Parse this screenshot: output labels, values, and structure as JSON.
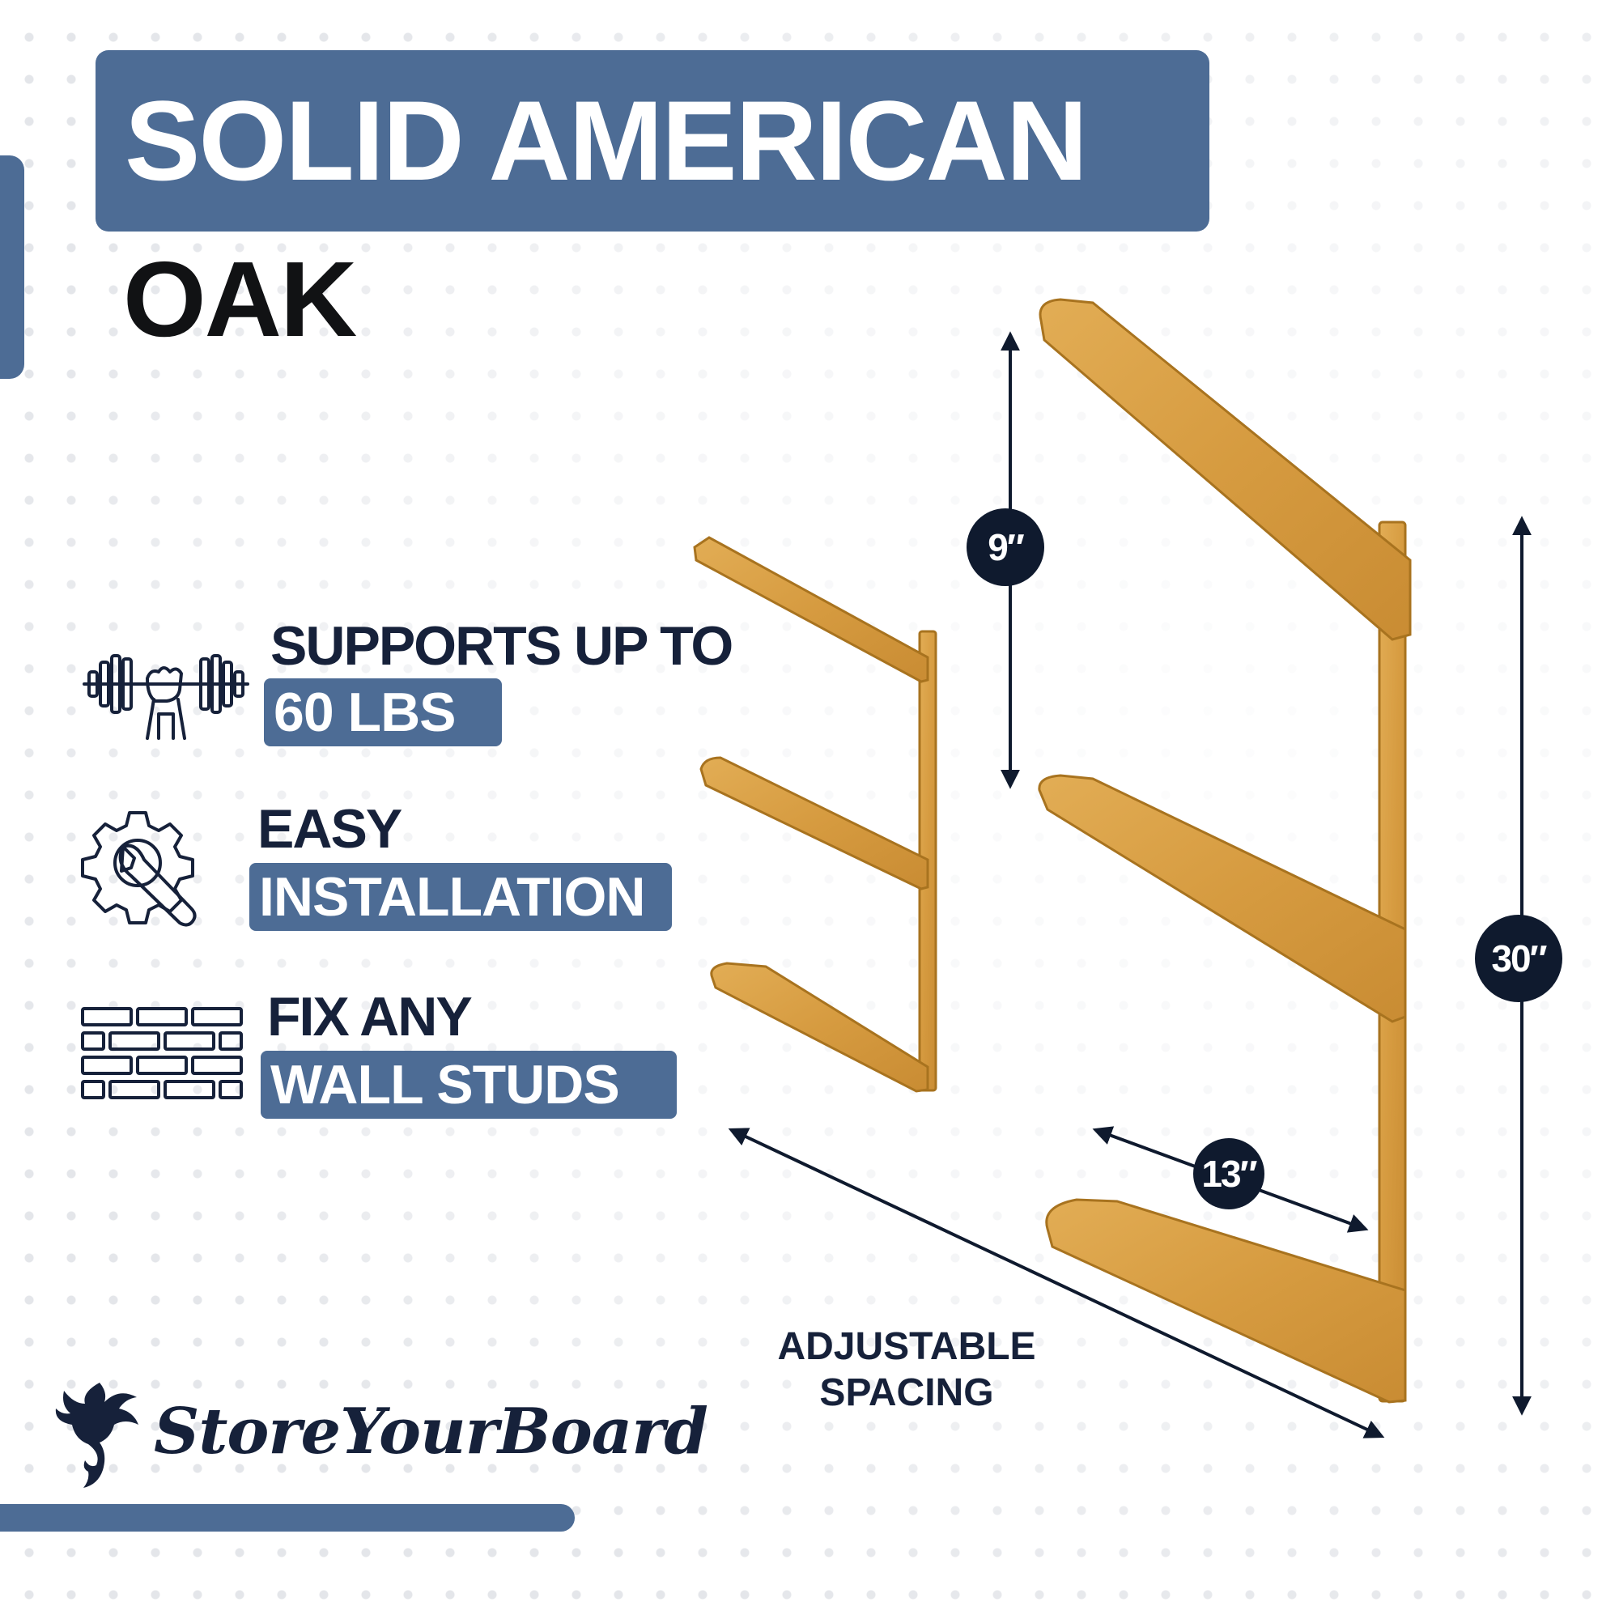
{
  "header": {
    "title": "SOLID AMERICAN",
    "subtitle": "OAK"
  },
  "features": [
    {
      "head": "SUPPORTS UP TO",
      "highlight": "60 LBS",
      "icon": "weightlifting-icon"
    },
    {
      "head": "EASY",
      "highlight": "INSTALLATION",
      "icon": "gear-wrench-icon"
    },
    {
      "head": "FIX ANY",
      "highlight": "WALL STUDS",
      "icon": "brick-wall-icon"
    }
  ],
  "dimensions": {
    "top_spacing": "9″",
    "height": "30″",
    "arm_length": "13″"
  },
  "adjustable": {
    "line1": "ADJUSTABLE",
    "line2": "SPACING"
  },
  "brand": {
    "name": "StoreYourBoard",
    "logo_icon": "dragon-logo-icon"
  },
  "colors": {
    "accent": "#4d6c95",
    "navy": "#16213a",
    "oak": "#d9a34d",
    "oak_dark": "#b7802c"
  }
}
